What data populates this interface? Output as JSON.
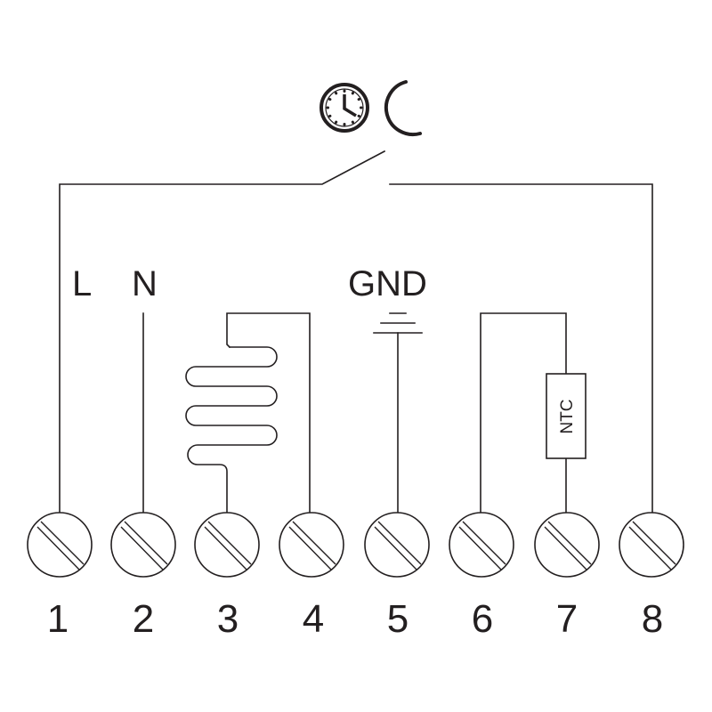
{
  "diagram": {
    "terminals": [
      {
        "number": "1"
      },
      {
        "number": "2"
      },
      {
        "number": "3"
      },
      {
        "number": "4"
      },
      {
        "number": "5"
      },
      {
        "number": "6"
      },
      {
        "number": "7"
      },
      {
        "number": "8"
      }
    ],
    "labels": {
      "live": "L",
      "neutral": "N",
      "ground": "GND",
      "sensor": "NTC"
    },
    "icons": [
      "clock-icon",
      "moon-icon",
      "switch-icon",
      "heating-element-icon",
      "ground-symbol-icon",
      "ntc-resistor-icon",
      "screw-terminal-icon"
    ],
    "colors": {
      "line": "#231f20",
      "background": "#ffffff"
    }
  }
}
